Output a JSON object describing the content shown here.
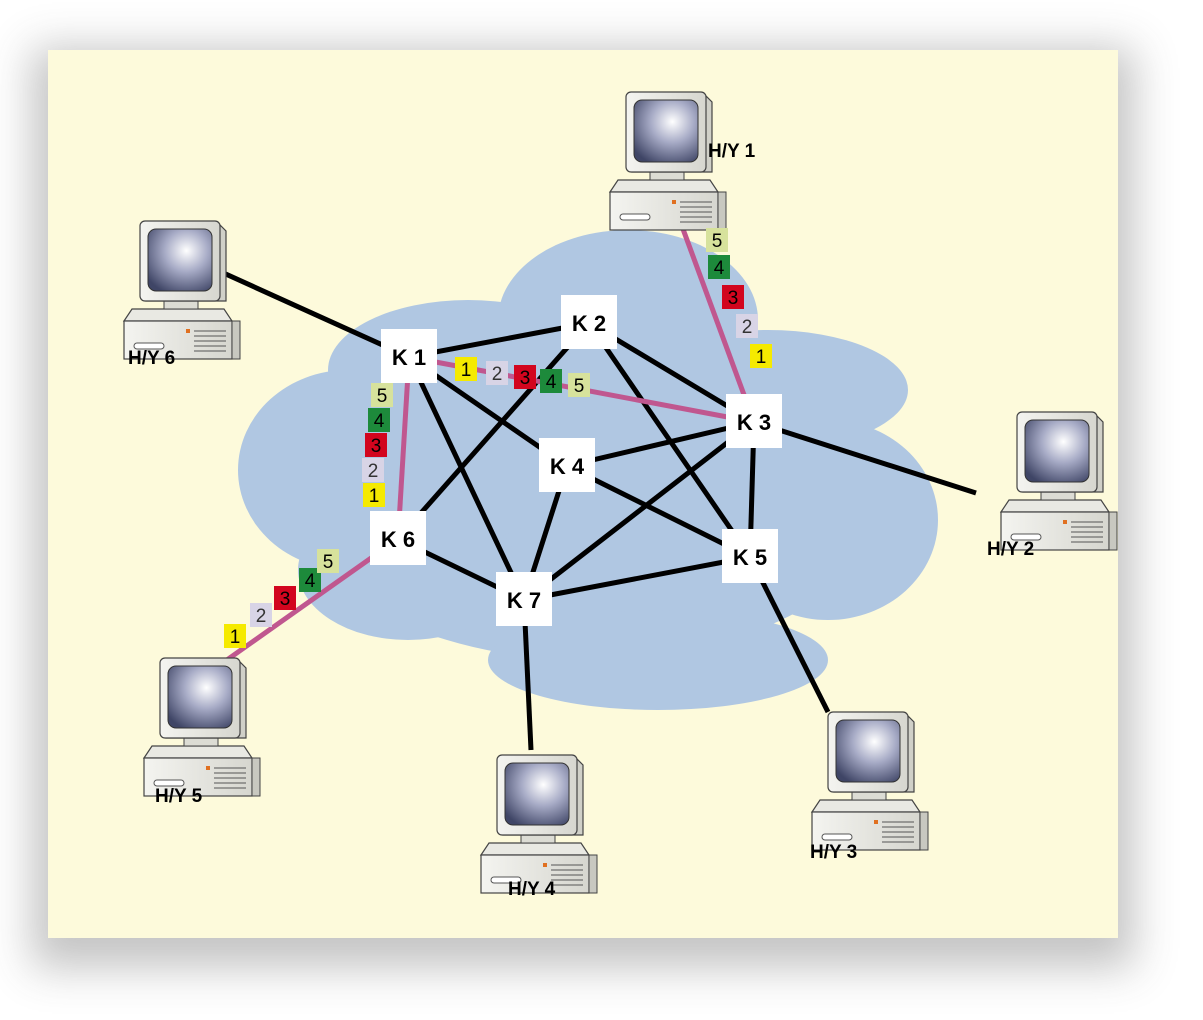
{
  "colors": {
    "background": "#fdfadb",
    "cloud": "#b0c7e2",
    "link": "#000000",
    "path": "#c0578f",
    "packets": {
      "1": {
        "bg": "#f5ea00",
        "fg": "#000000"
      },
      "2": {
        "bg": "#d8d4e6",
        "fg": "#333333"
      },
      "3": {
        "bg": "#d2051e",
        "fg": "#000000"
      },
      "4": {
        "bg": "#1d8a3b",
        "fg": "#000000"
      },
      "5": {
        "bg": "#d7e29c",
        "fg": "#000000"
      }
    }
  },
  "nodes": [
    {
      "id": "K1",
      "label": "K 1"
    },
    {
      "id": "K2",
      "label": "K 2"
    },
    {
      "id": "K3",
      "label": "K 3"
    },
    {
      "id": "K4",
      "label": "K 4"
    },
    {
      "id": "K5",
      "label": "K 5"
    },
    {
      "id": "K6",
      "label": "K 6"
    },
    {
      "id": "K7",
      "label": "K 7"
    }
  ],
  "hosts": [
    {
      "id": "H1",
      "label": "H/Y 1",
      "icon": "computer-icon"
    },
    {
      "id": "H2",
      "label": "H/Y 2",
      "icon": "computer-icon"
    },
    {
      "id": "H3",
      "label": "H/Y 3",
      "icon": "computer-icon"
    },
    {
      "id": "H4",
      "label": "H/Y 4",
      "icon": "computer-icon"
    },
    {
      "id": "H5",
      "label": "H/Y 5",
      "icon": "computer-icon"
    },
    {
      "id": "H6",
      "label": "H/Y 6",
      "icon": "computer-icon"
    }
  ],
  "links": [
    [
      "H6",
      "K1"
    ],
    [
      "K1",
      "K2"
    ],
    [
      "K1",
      "K4"
    ],
    [
      "K1",
      "K7"
    ],
    [
      "K2",
      "K6"
    ],
    [
      "K2",
      "K3"
    ],
    [
      "K2",
      "K5"
    ],
    [
      "K3",
      "K4"
    ],
    [
      "K3",
      "K5"
    ],
    [
      "K3",
      "K7"
    ],
    [
      "K3",
      "H2"
    ],
    [
      "K4",
      "K5"
    ],
    [
      "K4",
      "K7"
    ],
    [
      "K6",
      "K7"
    ],
    [
      "K7",
      "K5"
    ],
    [
      "K7",
      "H4"
    ],
    [
      "K5",
      "H3"
    ]
  ],
  "route": [
    {
      "from": "H1",
      "to": "K3"
    },
    {
      "from": "K3",
      "to": "K1"
    },
    {
      "from": "K1",
      "to": "K6"
    },
    {
      "from": "K6",
      "to": "H5"
    }
  ],
  "packet_labels": [
    "1",
    "2",
    "3",
    "4",
    "5"
  ]
}
